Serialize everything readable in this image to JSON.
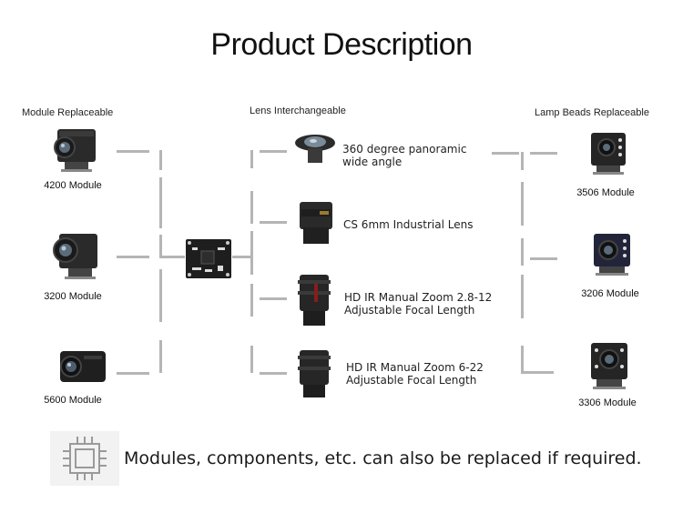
{
  "title": "Product Description",
  "columns": {
    "module": "Module Replaceable",
    "lens": "Lens Interchangeable",
    "lamp": "Lamp Beads Replaceable"
  },
  "modules": [
    "4200 Module",
    "3200 Module",
    "5600 Module"
  ],
  "lenses": [
    {
      "line1": "360 degree panoramic",
      "line2": "wide angle"
    },
    {
      "line1": "CS 6mm Industrial Lens",
      "line2": ""
    },
    {
      "line1": "HD IR Manual Zoom 2.8-12",
      "line2": "Adjustable Focal Length"
    },
    {
      "line1": "HD IR Manual Zoom 6-22",
      "line2": "Adjustable Focal Length"
    }
  ],
  "lamp_modules": [
    "3506 Module",
    "3206 Module",
    "3306 Module"
  ],
  "footer": "Modules, components, etc. can also be replaced if required.",
  "icons": {
    "footer": "chip-icon"
  },
  "colors": {
    "connector": "#b5b5b5",
    "board": "#1e1e1e"
  }
}
